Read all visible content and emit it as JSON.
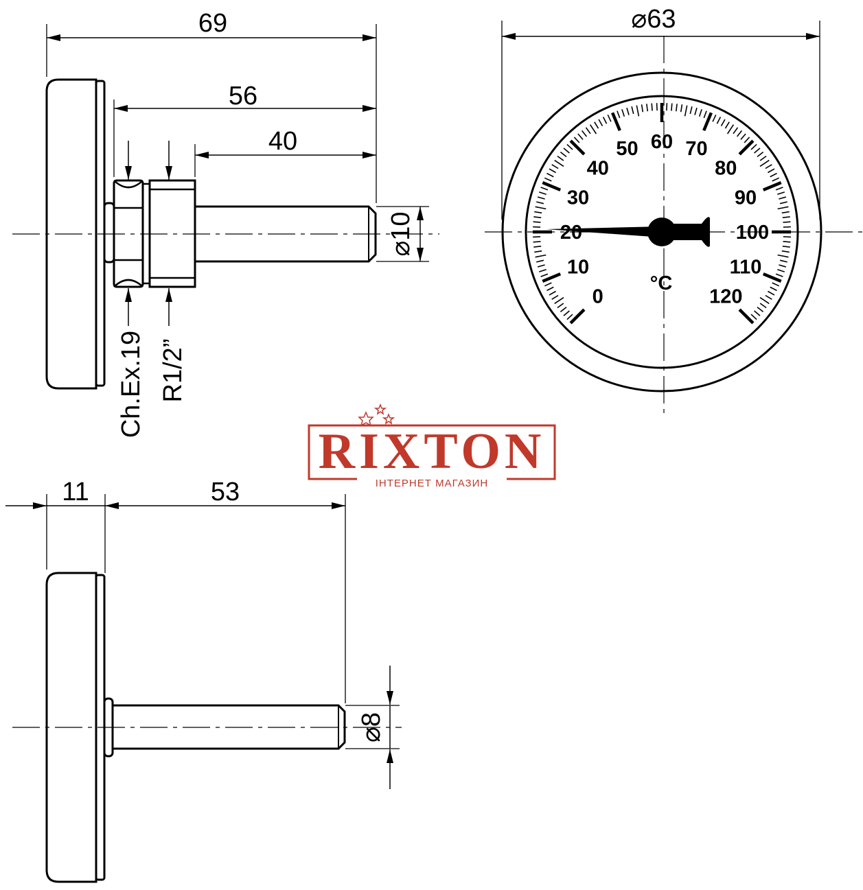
{
  "top_view": {
    "dim_total": "69",
    "dim_to_nut": "56",
    "dim_stem": "40",
    "dim_stem_dia": "⌀10",
    "label_hex": "Ch.Ex.19",
    "label_thread": "R1/2”"
  },
  "dial_view": {
    "dim_diameter": "⌀63",
    "scale_labels": [
      "0",
      "10",
      "20",
      "30",
      "40",
      "50",
      "60",
      "70",
      "80",
      "90",
      "100",
      "110",
      "120"
    ],
    "unit": "°C",
    "needle_value": 20
  },
  "bottom_view": {
    "dim_case": "11",
    "dim_stem": "53",
    "dim_stem_dia": "⌀8"
  },
  "logo": {
    "brand": "RIXTON",
    "subtitle": "ІНТЕРНЕТ МАГАЗИН",
    "color": "#c0392b"
  }
}
